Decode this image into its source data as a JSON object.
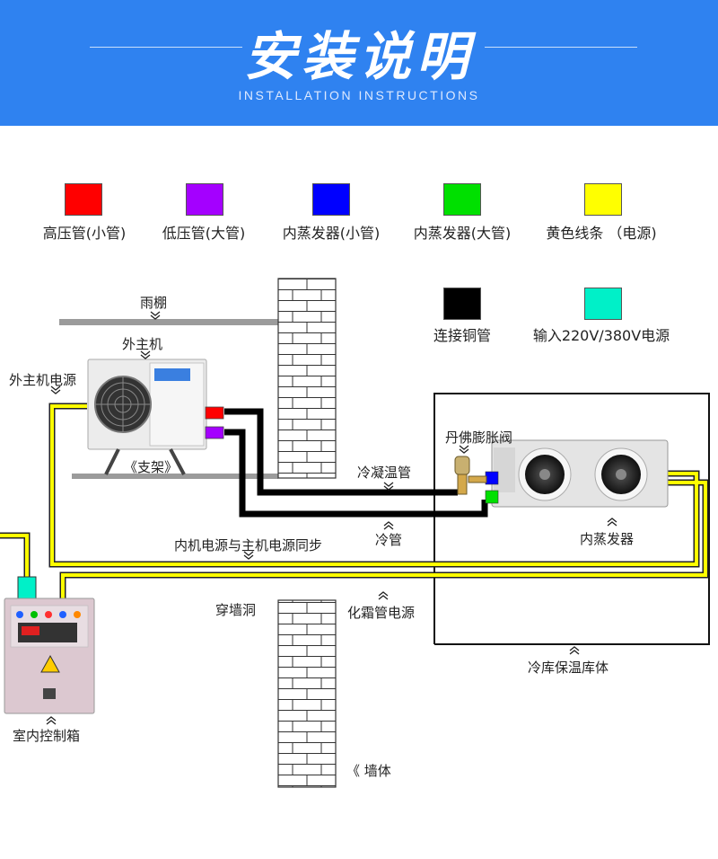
{
  "header": {
    "title": "安装说明",
    "subtitle": "INSTALLATION INSTRUCTIONS",
    "background": "#2f82f0"
  },
  "legend": [
    {
      "label": "高压管(小管)",
      "color": "#ff0000"
    },
    {
      "label": "低压管(大管)",
      "color": "#a400ff"
    },
    {
      "label": "内蒸发器(小管)",
      "color": "#0000ff"
    },
    {
      "label": "内蒸发器(大管)",
      "color": "#00e000"
    },
    {
      "label": "黄色线条 （电源)",
      "color": "#ffff00"
    },
    {
      "label": "连接铜管",
      "color": "#000000"
    },
    {
      "label": "输入220V/380V电源",
      "color": "#00f0c8"
    }
  ],
  "labels": {
    "canopy": "雨棚",
    "outdoor_unit": "外主机",
    "outdoor_power": "外主机电源",
    "stand": "《支架》",
    "expansion_valve": "丹佛膨胀阀",
    "condensate_pipe": "冷凝温管",
    "cold_pipe": "冷管",
    "sync_power": "内机电源与主机电源同步",
    "evaporator": "内蒸发器",
    "wall_hole": "穿墙洞",
    "defrost_power": "化霜管电源",
    "cold_room": "冷库保温库体",
    "control_box": "室内控制箱",
    "wall": "《 墙体"
  }
}
